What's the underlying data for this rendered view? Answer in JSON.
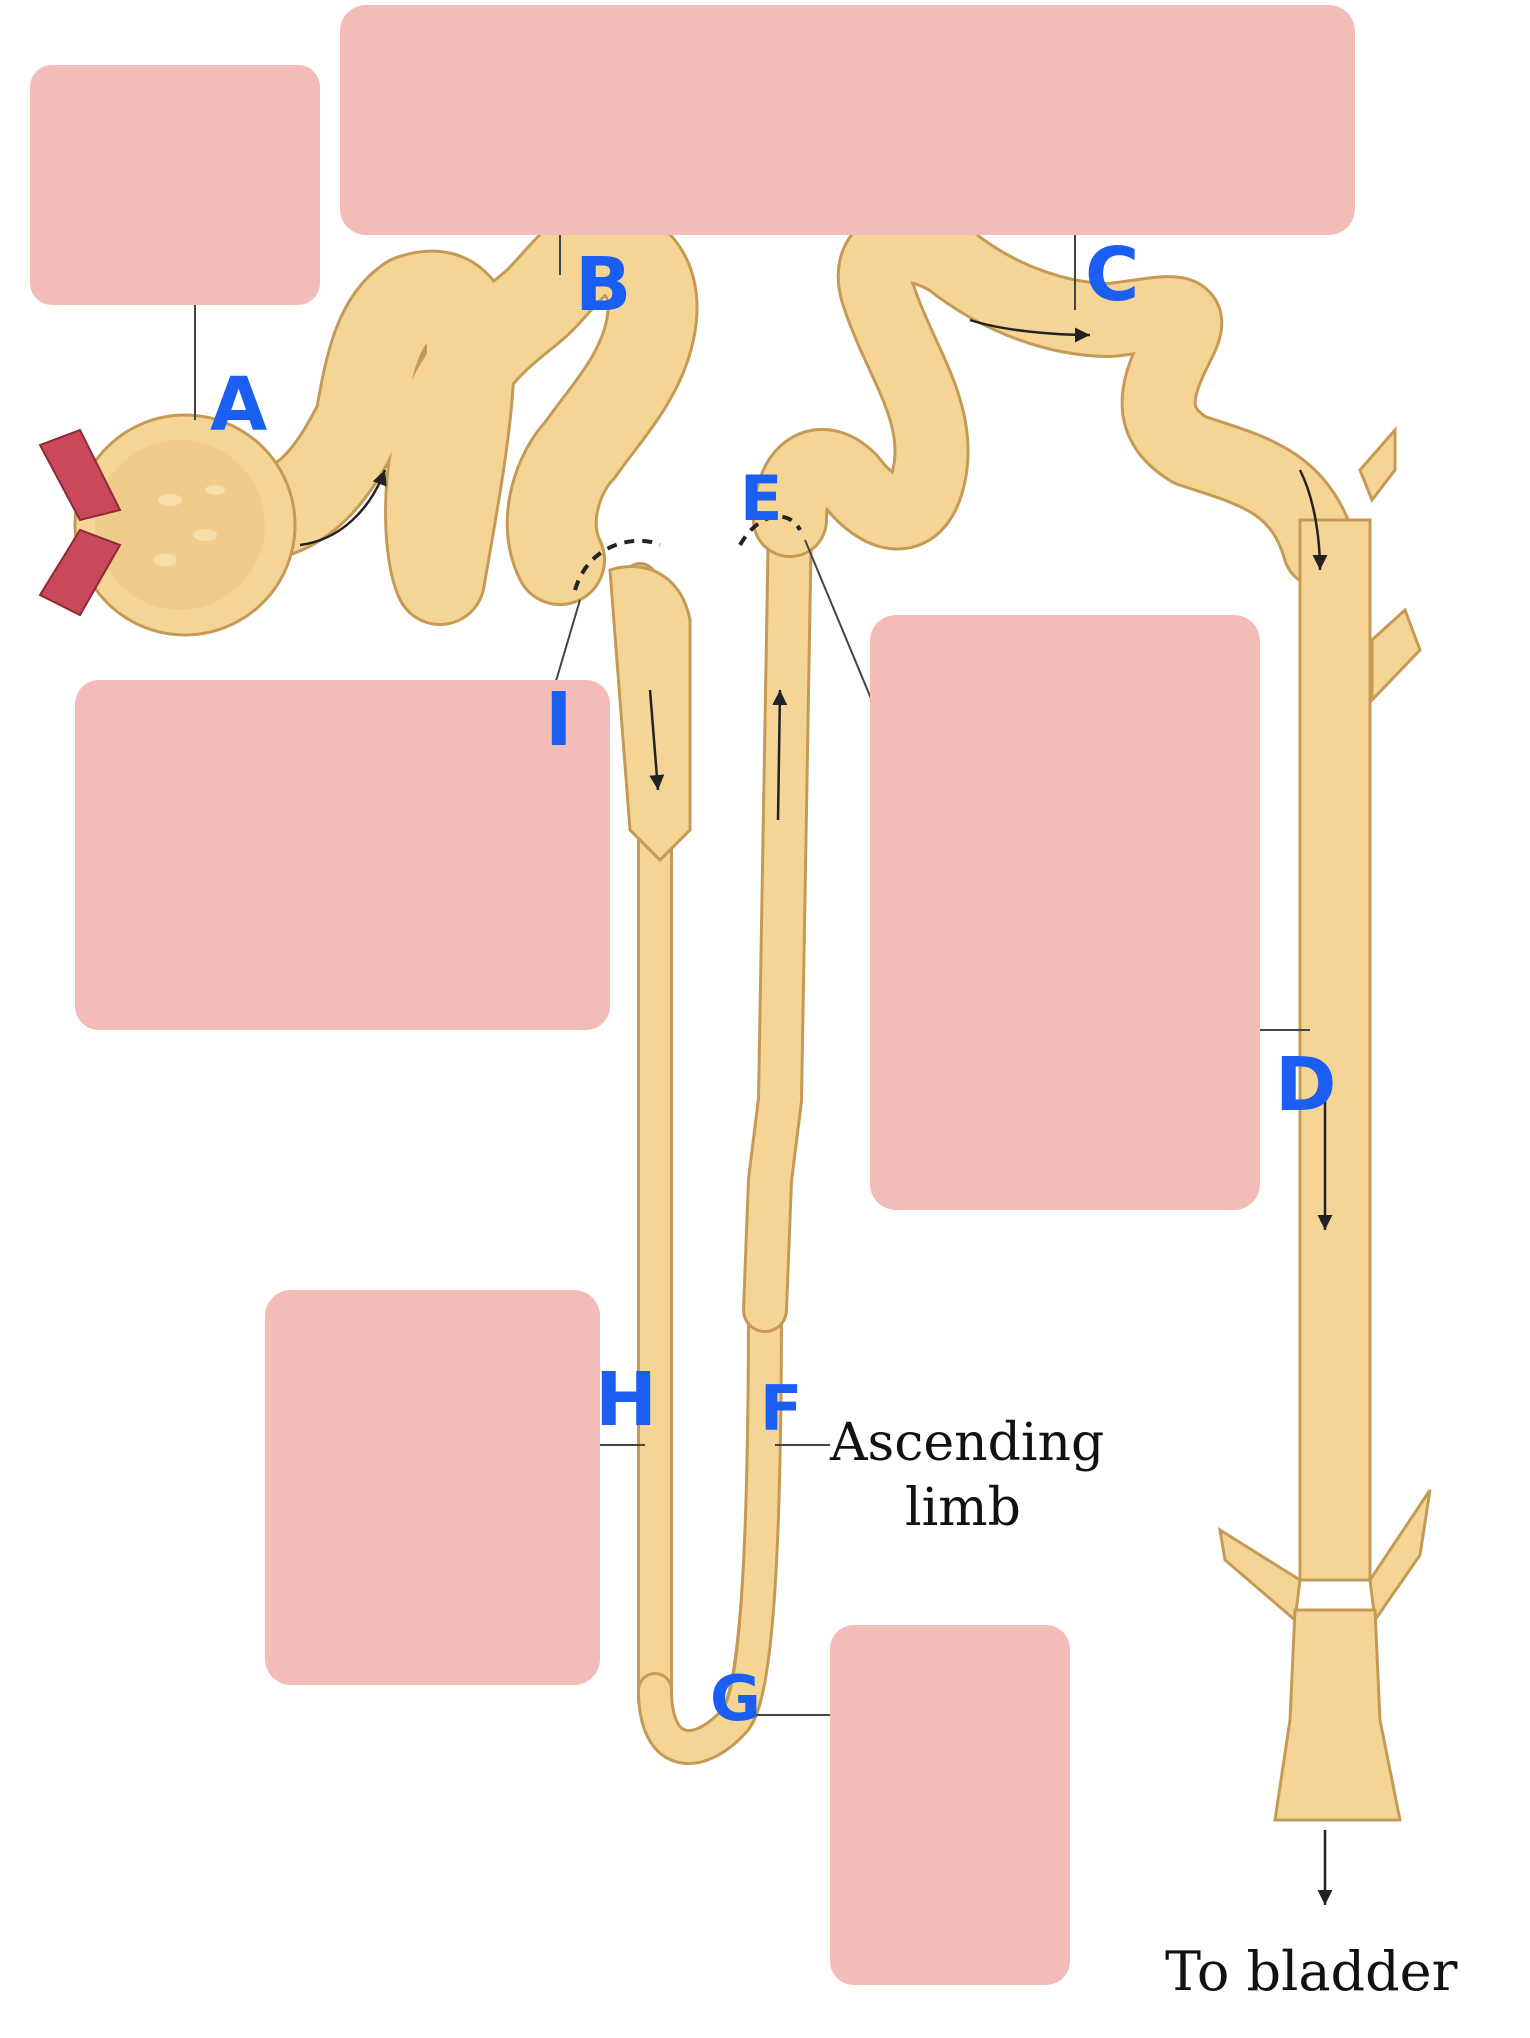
{
  "labels": {
    "a": "A",
    "b": "B",
    "c": "C",
    "d": "D",
    "e": "E",
    "f": "F",
    "g": "G",
    "h": "H",
    "i": "I"
  },
  "annotations": {
    "ascending_line1": "Ascending",
    "ascending_line2": "limb",
    "to_bladder": "To bladder"
  },
  "colors": {
    "tubule": "#f5d596",
    "tubule_outline": "#c59a55",
    "vessel": "#c9485a",
    "cover_patch": "#f4bcb8",
    "letter": "#1a5ff2",
    "leader": "#444444"
  }
}
